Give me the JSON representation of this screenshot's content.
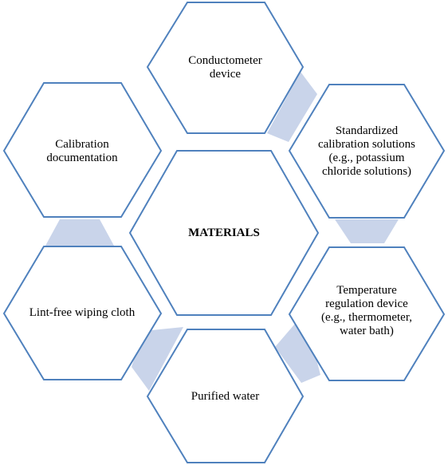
{
  "diagram": {
    "center": {
      "label": "MATERIALS"
    },
    "nodes": [
      {
        "label": "Conductometer device"
      },
      {
        "label": "Standardized calibration solutions (e.g., potassium chloride solutions)"
      },
      {
        "label": "Temperature regulation device (e.g., thermometer, water bath)"
      },
      {
        "label": "Purified water"
      },
      {
        "label": "Lint-free wiping cloth"
      },
      {
        "label": "Calibration documentation"
      }
    ],
    "colors": {
      "hex_border": "#4f81bd",
      "connector_fill": "#c9d4ea",
      "text": "#000000"
    }
  }
}
